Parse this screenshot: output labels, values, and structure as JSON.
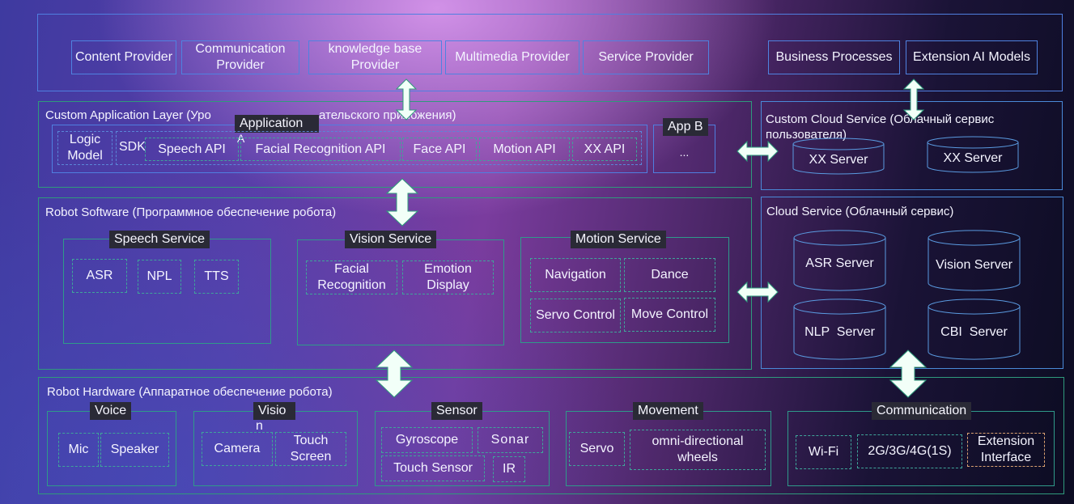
{
  "providers_layer": {
    "items": [
      "Content Provider",
      "Communication Provider",
      "knowledge base Provider",
      "Multimedia Provider",
      "Service Provider"
    ],
    "right_items": [
      "Business Processes",
      "Extension AI Models"
    ]
  },
  "custom_app_layer": {
    "title": "Custom Application Layer (Уровень пользовательского приложения)",
    "title_visible_left": "Custom Application Layer (Уро",
    "title_visible_right": "ательского приложения)",
    "app_a_label": "Application",
    "app_a_suffix": "A",
    "logic_model": "Logic Model",
    "sdk_label": "SDK",
    "apis": [
      "Speech API",
      "Facial Recognition API",
      "Face API",
      "Motion API",
      "XX API"
    ],
    "app_b_label": "App B",
    "app_b_body": "..."
  },
  "custom_cloud": {
    "title": "Custom Cloud Service (Облачный сервис пользователя)",
    "servers": [
      "XX Server",
      "XX Server"
    ]
  },
  "robot_software": {
    "title": "Robot Software (Программное обеспечение робота)",
    "speech": {
      "label": "Speech Service",
      "items": [
        "ASR",
        "NPL",
        "TTS"
      ]
    },
    "vision": {
      "label": "Vision Service",
      "items": [
        "Facial Recognition",
        "Emotion Display"
      ]
    },
    "motion": {
      "label": "Motion Service",
      "items": [
        "Navigation",
        "Dance",
        "Servo Control",
        "Move Control"
      ]
    }
  },
  "cloud_service": {
    "title": "Cloud Service (Облачный сервис)",
    "servers": [
      "ASR Server",
      "Vision Server",
      "NLP  Server",
      "CBI  Server"
    ]
  },
  "robot_hardware": {
    "title": "Robot Hardware (Аппаратное обеспечение робота)",
    "voice": {
      "label": "Voice",
      "items": [
        "Mic",
        "Speaker"
      ]
    },
    "vision": {
      "label": "Visio",
      "label_wrap": "n",
      "items": [
        "Camera",
        "Touch Screen"
      ]
    },
    "sensor": {
      "label": "Sensor",
      "items": [
        "Gyroscope",
        "Sonar",
        "Touch Sensor",
        "IR"
      ]
    },
    "movement": {
      "label": "Movement",
      "items": [
        "Servo",
        "omni-directional wheels"
      ]
    },
    "communication": {
      "label": "Communication",
      "items": [
        "Wi-Fi",
        "2G/3G/4G(1S)",
        "Extension Interface"
      ]
    }
  },
  "colors": {
    "arrow_fill": "#f2fff8",
    "arrow_stroke": "#2f9a7c",
    "layer_green": "#2f9a7c",
    "layer_blue": "#4f7fe0",
    "ext_interface_border": "#d9a070"
  }
}
